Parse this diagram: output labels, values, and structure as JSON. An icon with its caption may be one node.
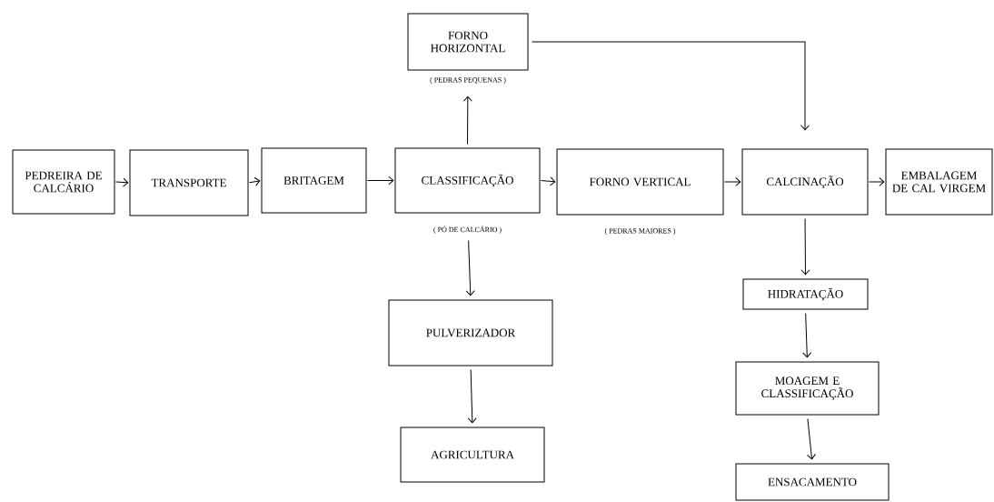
{
  "diagram": {
    "nodes": [
      {
        "text": [
          "PEDREIRA DE CALCÁRIO"
        ]
      },
      {
        "text": [
          "TRANSPORTE"
        ]
      },
      {
        "text": [
          "BRITAGEM"
        ]
      },
      {
        "text": [
          "CLASSIFICAÇÃO"
        ],
        "beside": [
          "( PÓ DE CALCÁRIO )"
        ]
      },
      {
        "text": [
          "FORNO HORIZONTAL"
        ],
        "beside": [
          "( PEDRAS PEQUENAS )"
        ]
      },
      {
        "text": [
          "FORNO VERTICAL"
        ],
        "beside": [
          "( PEDRAS MAIORES )"
        ]
      },
      {
        "text": [
          "CALCINAÇÃO"
        ]
      },
      {
        "text": [
          "EMBALAGEM DE CAL VIRGEM"
        ]
      },
      {
        "text": [
          "PULVERIZADOR"
        ]
      },
      {
        "text": [
          "AGRICULTURA"
        ]
      },
      {
        "text": [
          "HIDRATAÇÃO"
        ]
      },
      {
        "text": [
          "MOAGEM E CLASSIFICAÇÃO"
        ]
      },
      {
        "text": [
          "ENSACAMENTO"
        ]
      }
    ],
    "edges": [
      {
        "from": 0,
        "to": 1,
        "arrow": "to"
      },
      {
        "from": 1,
        "to": 2,
        "arrow": "to"
      },
      {
        "from": 2,
        "to": 3,
        "arrow": "to"
      },
      {
        "from": 3,
        "to": 4,
        "arrow": "to"
      },
      {
        "from": 3,
        "to": 5,
        "arrow": "to"
      },
      {
        "from": 5,
        "to": 6,
        "arrow": "to"
      },
      {
        "from": 6,
        "to": 7,
        "arrow": "to"
      },
      {
        "from": 4,
        "to": 6,
        "arrow": "to"
      },
      {
        "from": 3,
        "to": 8,
        "arrow": "to"
      },
      {
        "from": 8,
        "to": 9,
        "arrow": "to"
      },
      {
        "from": 6,
        "to": 10,
        "arrow": "to"
      },
      {
        "from": 10,
        "to": 11,
        "arrow": "to"
      },
      {
        "from": 11,
        "to": 12,
        "arrow": "to"
      }
    ]
  }
}
